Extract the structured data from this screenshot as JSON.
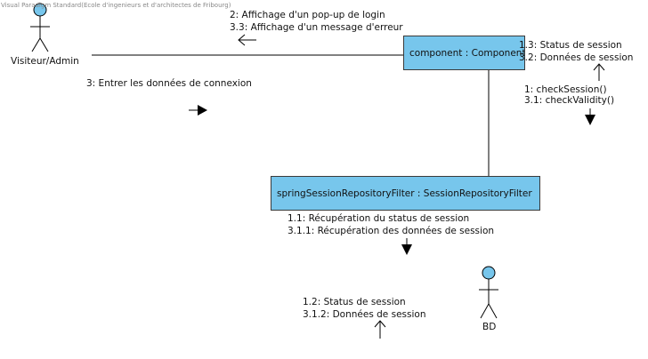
{
  "watermark": "Visual Paradigm Standard(Ecole d'ingenieurs et d'architectes de Fribourg)",
  "actors": {
    "visitor": "Visiteur/Admin",
    "db": "BD"
  },
  "objects": {
    "component": "component : Component",
    "filter": "springSessionRepositoryFilter : SessionRepositoryFilter"
  },
  "messages": {
    "login_popup": "2: Affichage d'un pop-up de login",
    "error_message": "3.3: Affichage d'un message d'erreur",
    "enter_data": "3: Entrer les données de connexion",
    "status_session_a": "1.3: Status de session",
    "session_data_a": "3.2: Données de session",
    "check_session": "1: checkSession()",
    "check_validity": "3.1: checkValidity()",
    "get_status": "1.1: Récupération du status de session",
    "get_data": "3.1.1: Récupération des données de session",
    "status_session_b": "1.2: Status de session",
    "session_data_b": "3.1.2: Données de session"
  },
  "colors": {
    "object_fill": "#77c6ec",
    "actor_head": "#77c6ec",
    "line": "#000000"
  }
}
